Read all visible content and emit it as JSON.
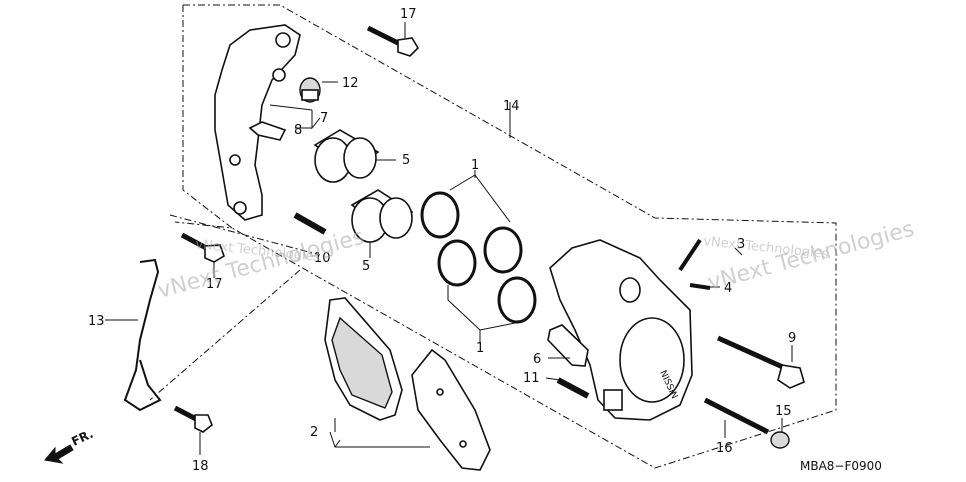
{
  "callouts": {
    "c1a": "1",
    "c1b": "1",
    "c2": "2",
    "c3": "3",
    "c4": "4",
    "c5a": "5",
    "c5b": "5",
    "c6": "6",
    "c7": "7",
    "c8": "8",
    "c9": "9",
    "c10": "10",
    "c11": "11",
    "c12": "12",
    "c13": "13",
    "c14": "14",
    "c15": "15",
    "c16": "16",
    "c17a": "17",
    "c17b": "17",
    "c18": "18"
  },
  "direction_label": "FR.",
  "diagram_code": "MBA8−F0900",
  "caliper_text": "NISSIN",
  "watermarks": {
    "w1": "vNext Technologies",
    "w2": "vNext Technologies",
    "w3": "vNext Technologies",
    "w4": "vNext Technologies"
  }
}
